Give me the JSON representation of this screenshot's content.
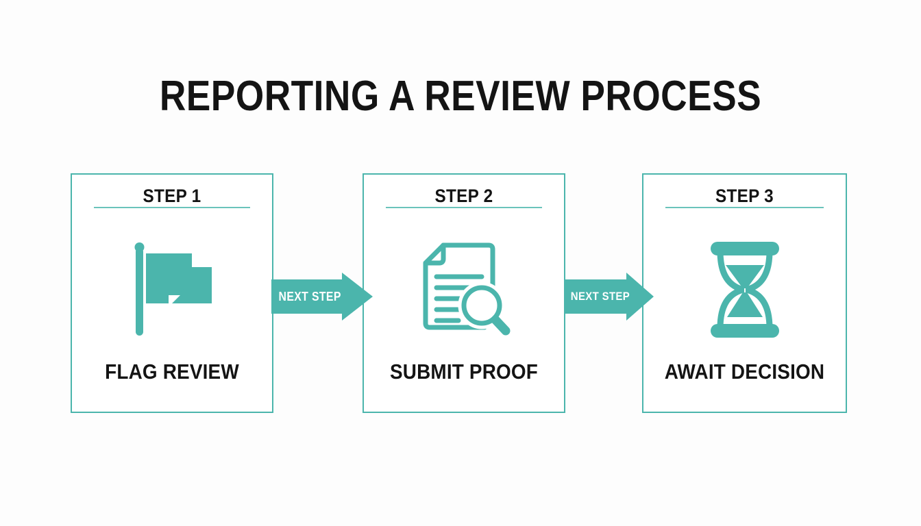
{
  "page": {
    "title": "REPORTING A REVIEW PROCESS",
    "background_color": "#fdfdfd",
    "accent_color": "#4bb5ac",
    "text_color": "#141414"
  },
  "steps": [
    {
      "header": "STEP 1",
      "label": "FLAG REVIEW",
      "icon": "flag-icon"
    },
    {
      "header": "STEP 2",
      "label": "SUBMIT PROOF",
      "icon": "document-search-icon"
    },
    {
      "header": "STEP 3",
      "label": "AWAIT DECISION",
      "icon": "hourglass-icon"
    }
  ],
  "connectors": [
    {
      "label": "NEXT STEP"
    },
    {
      "label": "NEXT STEP"
    }
  ]
}
